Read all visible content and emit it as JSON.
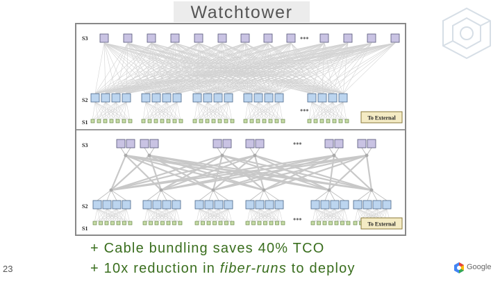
{
  "title": "Watchtower",
  "page_number": "23",
  "diagram": {
    "top_panel": {
      "tier_labels": {
        "s3": "S3",
        "s2": "S2",
        "s1": "S1"
      },
      "external_label": "To External",
      "ellipsis": "•••"
    },
    "bottom_panel": {
      "tier_labels": {
        "s3": "S3",
        "s2": "S2",
        "s1": "S1"
      },
      "external_label": "To External",
      "ellipsis": "•••"
    }
  },
  "bullets": [
    {
      "prefix": "+ Cable bundling saves 40% TCO",
      "emphasis": "",
      "suffix": ""
    },
    {
      "prefix": "+ 10x reduction in ",
      "emphasis": "fiber-runs",
      "suffix": " to deploy"
    }
  ],
  "footer": {
    "brand": "Google"
  },
  "colors": {
    "bullet_text": "#3a6e1e",
    "s3_node": "#c9c3e3",
    "s2_node": "#bcd5ef",
    "s1_node": "#c7dca8",
    "external_box": "#f4ebc4"
  }
}
